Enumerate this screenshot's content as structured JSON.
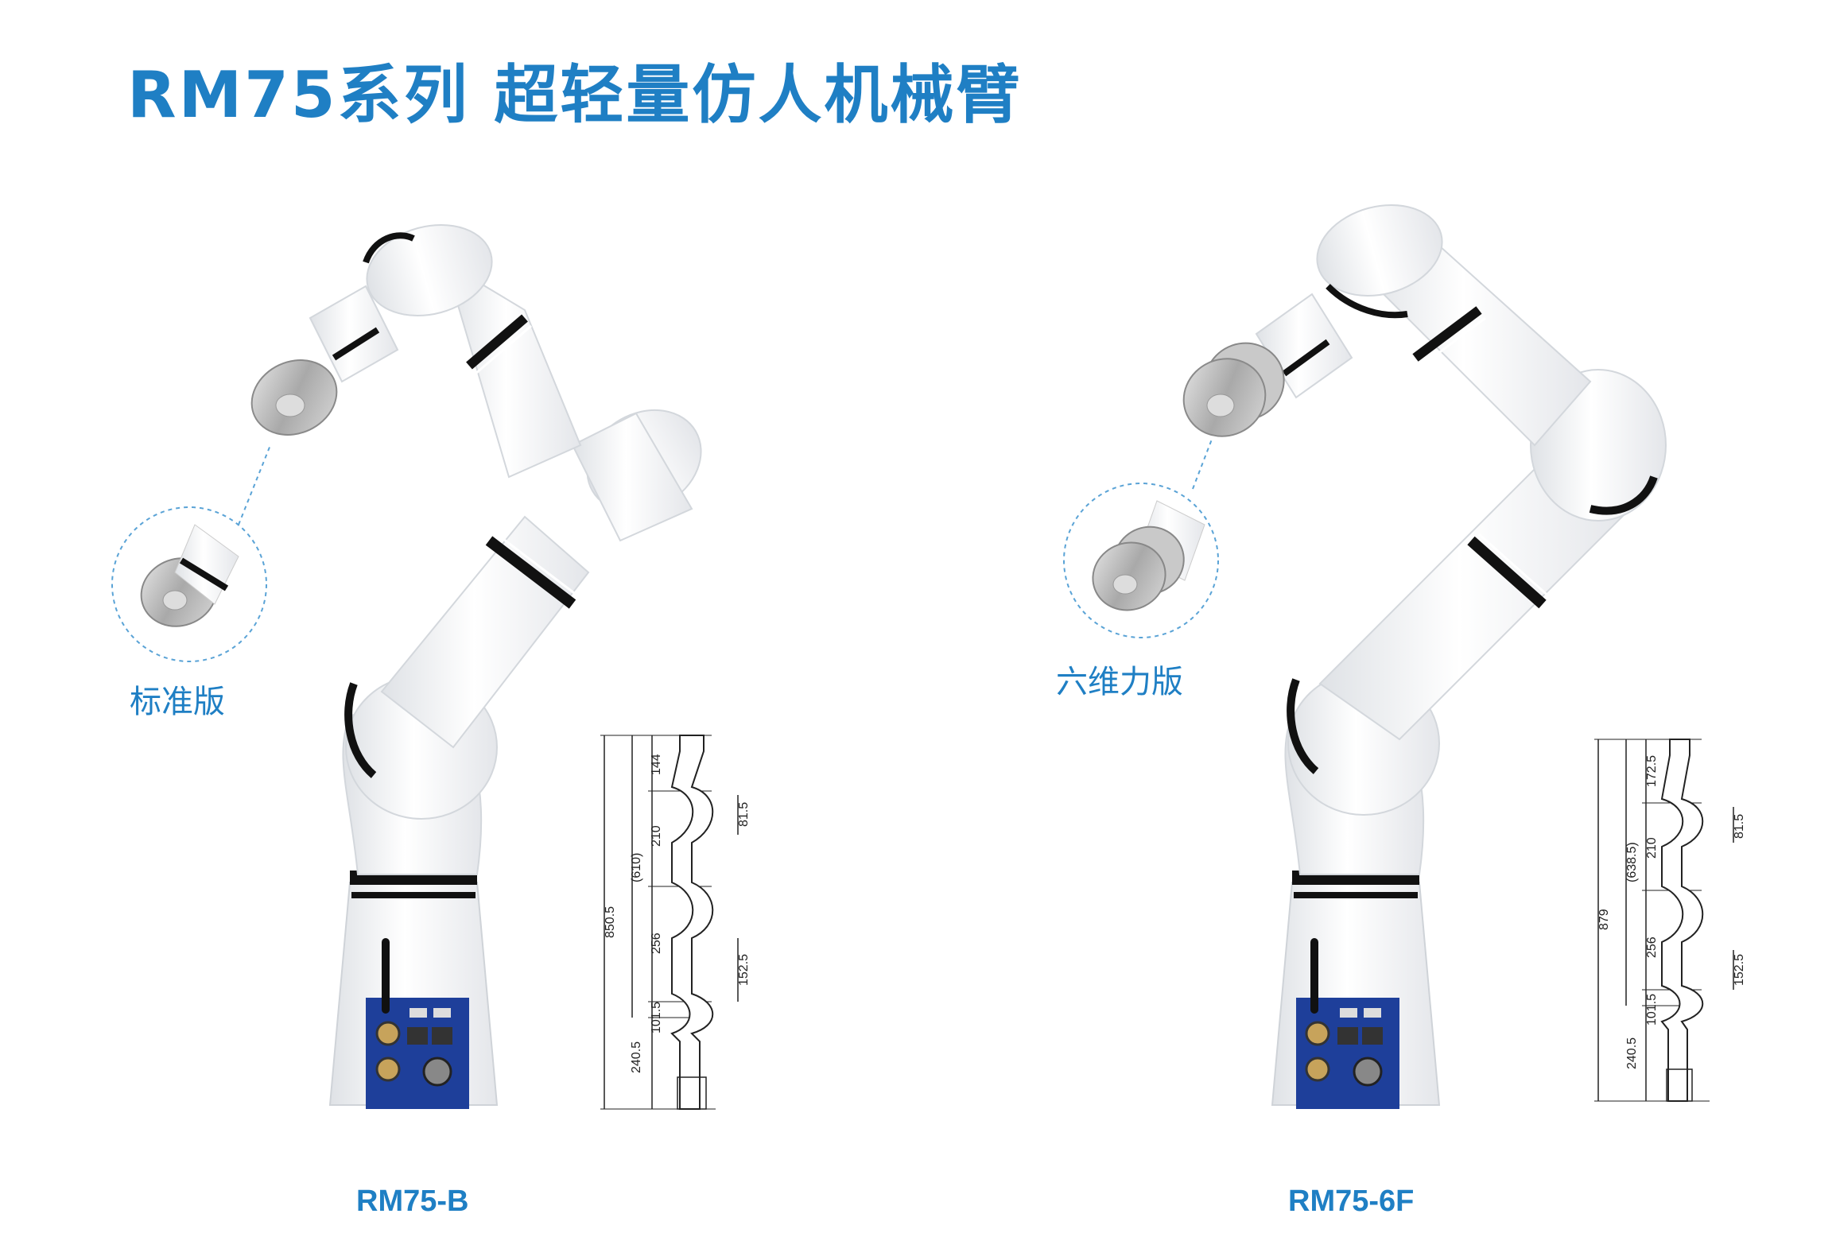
{
  "title": "RM75系列 超轻量仿人机械臂",
  "products": [
    {
      "variant_label": "标准版",
      "model_name": "RM75-B",
      "dimensions": {
        "total": "850.5",
        "reach": "(610)",
        "seg1": "144",
        "seg2": "210",
        "seg3": "256",
        "seg4": "101.5",
        "base": "240.5",
        "offset_upper": "81.5",
        "offset_lower": "152.5"
      }
    },
    {
      "variant_label": "六维力版",
      "model_name": "RM75-6F",
      "dimensions": {
        "total": "879",
        "reach": "(638.5)",
        "seg1": "172.5",
        "seg2": "210",
        "seg3": "256",
        "seg4": "101.5",
        "base": "240.5",
        "offset_upper": "81.5",
        "offset_lower": "152.5"
      }
    }
  ],
  "colors": {
    "brand_blue": "#1f7fc4",
    "arm_white": "#f4f5f7",
    "band_black": "#111111",
    "panel_blue": "#1e3f9a"
  },
  "icons": [
    "robot-arm",
    "antenna-icon",
    "ethernet-port-icon",
    "usb-port-icon",
    "circular-connector-icon",
    "power-button-icon"
  ]
}
